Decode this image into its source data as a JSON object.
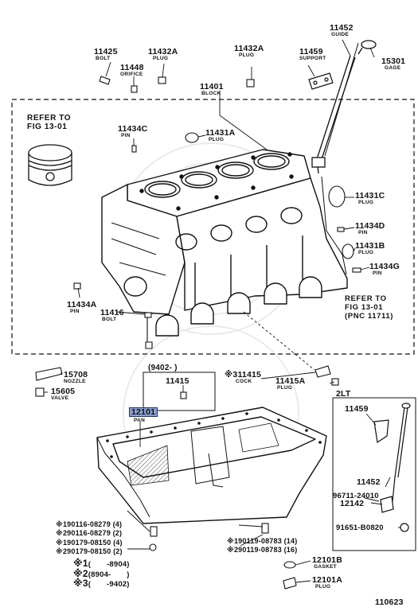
{
  "diagram": {
    "page_number": "110623",
    "refer_1": "REFER TO\nFIG 13-01",
    "refer_2": "REFER TO\nFIG 13-01\n(PNC 11711)",
    "parts": {
      "p11425": {
        "num": "11425",
        "name": "BOLT"
      },
      "p11448": {
        "num": "11448",
        "name": "ORIFICE"
      },
      "p11432a_1": {
        "num": "11432A",
        "name": "PLUG"
      },
      "p11432a_2": {
        "num": "11432A",
        "name": "PLUG"
      },
      "p11401": {
        "num": "11401",
        "name": "BLOCK"
      },
      "p11459": {
        "num": "11459",
        "name": "SUPPORT"
      },
      "p11452": {
        "num": "11452",
        "name": "GUIDE"
      },
      "p15301": {
        "num": "15301",
        "name": "GAGE"
      },
      "p11434c": {
        "num": "11434C",
        "name": "PIN"
      },
      "p11431a": {
        "num": "11431A",
        "name": "PLUG"
      },
      "p11431c": {
        "num": "11431C",
        "name": "PLUG"
      },
      "p11434d": {
        "num": "11434D",
        "name": "PIN"
      },
      "p11431b": {
        "num": "11431B",
        "name": "PLUG"
      },
      "p11434g": {
        "num": "11434G",
        "name": "PIN"
      },
      "p11434a": {
        "num": "11434A",
        "name": "PIN"
      },
      "p11416": {
        "num": "11416",
        "name": "BOLT"
      },
      "p15708": {
        "num": "15708",
        "name": "NOZZLE"
      },
      "p15605": {
        "num": "15605",
        "name": "VALVE"
      },
      "p11415": {
        "num": "11415",
        "name": "COCK",
        "prefix": "※3"
      },
      "p11415a": {
        "num": "11415A",
        "name": "PLUG"
      },
      "p11415_box": {
        "num": "11415",
        "name": ""
      },
      "p12101": {
        "num": "12101",
        "name": "PAN"
      },
      "p12101b": {
        "num": "12101B",
        "name": "GASKET"
      },
      "p12101a": {
        "num": "12101A",
        "name": "PLUG"
      },
      "box_9402": "(9402-     )",
      "label_2lt": "2LT",
      "p11459_2": {
        "num": "11459",
        "name": ""
      },
      "p11452_2": {
        "num": "11452",
        "name": ""
      },
      "p96711": {
        "num": "96711-24010",
        "name": ""
      },
      "p12142": {
        "num": "12142",
        "name": ""
      },
      "p91651": {
        "num": "91651-B0820",
        "name": ""
      }
    },
    "bolt_refs_left": [
      "※190116-08279 (4)",
      "※290116-08279 (2)",
      "※190179-08150 (4)",
      "※290179-08150 (2)"
    ],
    "bolt_refs_right": [
      "※190119-08783 (14)",
      "※290119-08783 (16)"
    ],
    "legend": [
      {
        "mark": "※1",
        "range": "(       -8904)"
      },
      {
        "mark": "※2",
        "range": "(8904-       )"
      },
      {
        "mark": "※3",
        "range": "(       -9402)"
      }
    ]
  }
}
